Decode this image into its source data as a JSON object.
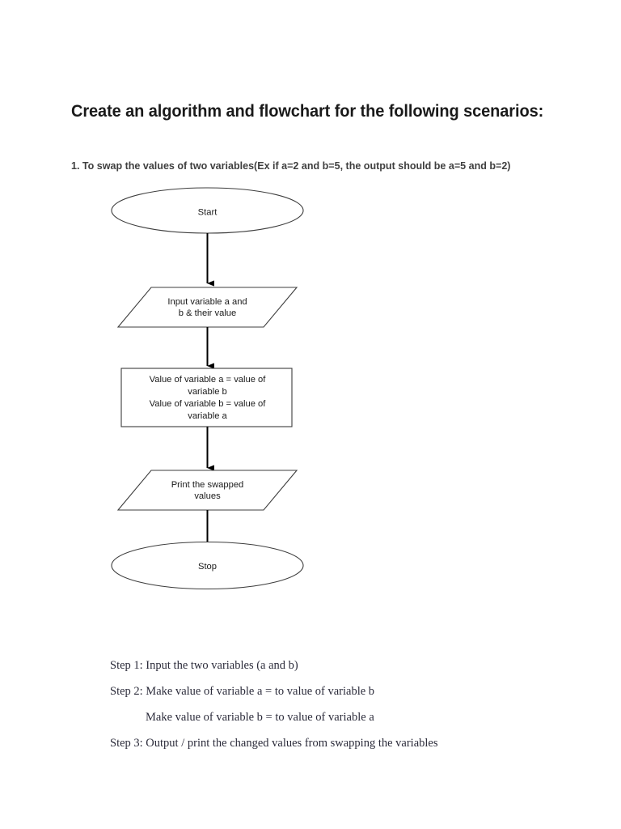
{
  "document": {
    "title": "Create an algorithm and flowchart for the following scenarios:",
    "subtitle": "1. To swap the values of two variables(Ex if a=2 and b=5, the output should be a=5 and b=2)"
  },
  "flowchart": {
    "nodes": [
      {
        "id": "start",
        "shape": "ellipse",
        "lines": [
          "Start"
        ]
      },
      {
        "id": "input",
        "shape": "parallelogram",
        "lines": [
          "Input variable a and",
          "b & their value"
        ]
      },
      {
        "id": "process",
        "shape": "rectangle",
        "lines": [
          "Value of variable a = value of",
          "variable b",
          "Value of variable b = value of",
          "variable a"
        ]
      },
      {
        "id": "print",
        "shape": "parallelogram",
        "lines": [
          "Print the swapped",
          "values"
        ]
      },
      {
        "id": "stop",
        "shape": "ellipse",
        "lines": [
          "Stop"
        ]
      }
    ],
    "connectors": [
      {
        "from": "start",
        "to": "input",
        "type": "arrow-down"
      },
      {
        "from": "input",
        "to": "process",
        "type": "arrow-down"
      },
      {
        "from": "process",
        "to": "print",
        "type": "arrow-down"
      },
      {
        "from": "print",
        "to": "stop",
        "type": "arrow-down"
      }
    ],
    "colors": {
      "stroke": "#3d3d3d",
      "fill": "#ffffff",
      "text": "#1a1a1a",
      "arrow": "#000000"
    }
  },
  "steps": {
    "lines": [
      "Step 1: Input the two variables (a and b)",
      "Step 2: Make value of variable a = to value of variable b",
      "Make value of variable b = to value of variable a",
      "Step 3: Output / print the changed values from swapping the variables"
    ]
  }
}
